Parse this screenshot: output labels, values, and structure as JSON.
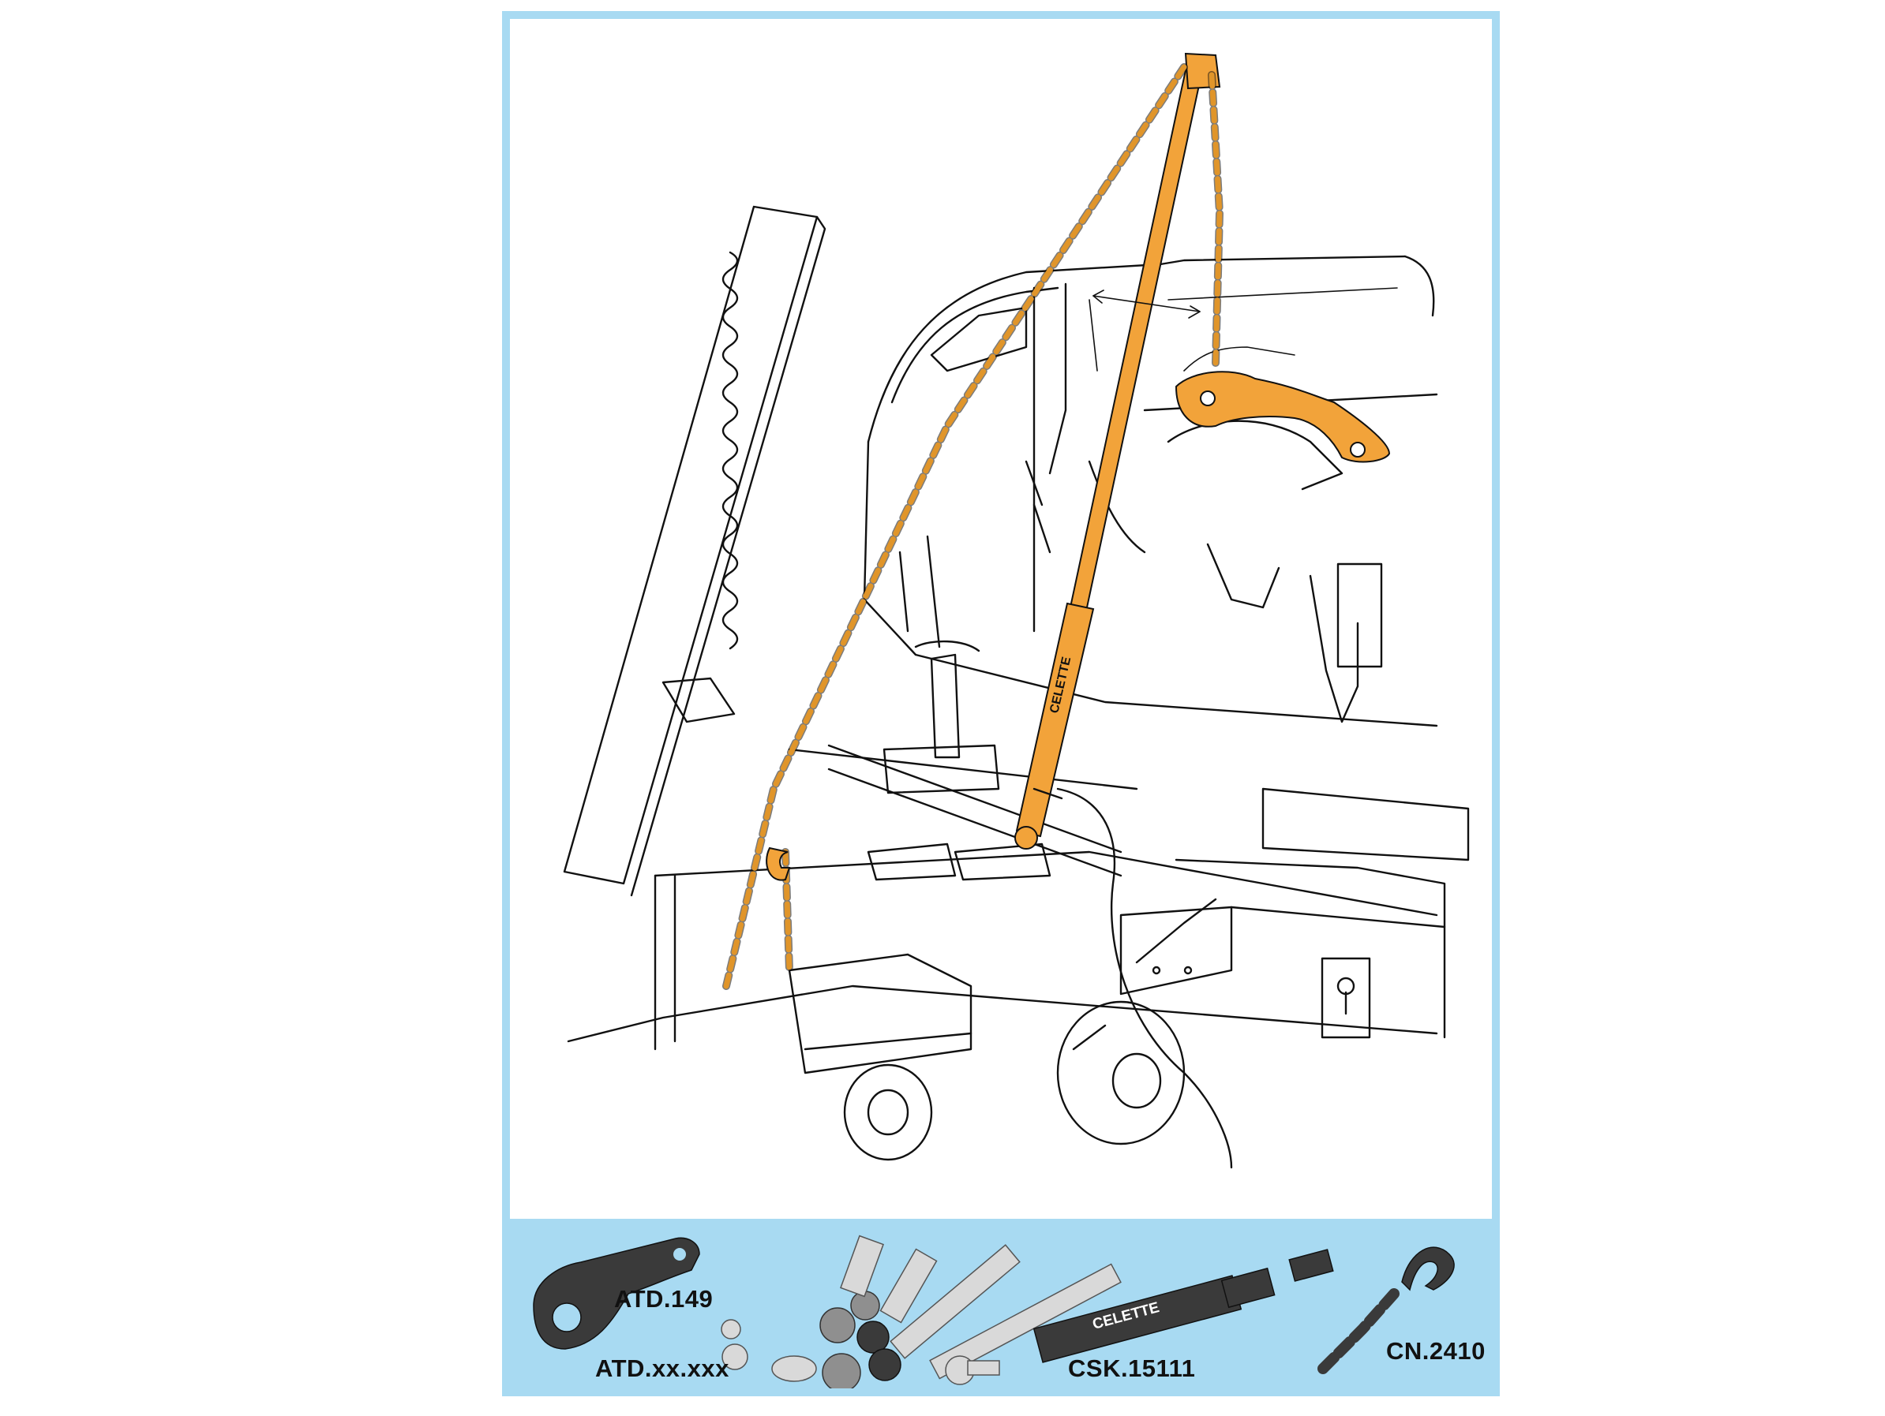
{
  "parts": {
    "atd149": "ATD.149",
    "atdxx": "ATD.xx.xxx",
    "csk": "CSK.15111",
    "cn": "CN.2410",
    "brand": "CELETTE"
  },
  "colors": {
    "frame_border": "#a8daf2",
    "tool_orange": "#f2a33a",
    "chain_orange": "#e0952a",
    "line_ink": "#111111"
  }
}
